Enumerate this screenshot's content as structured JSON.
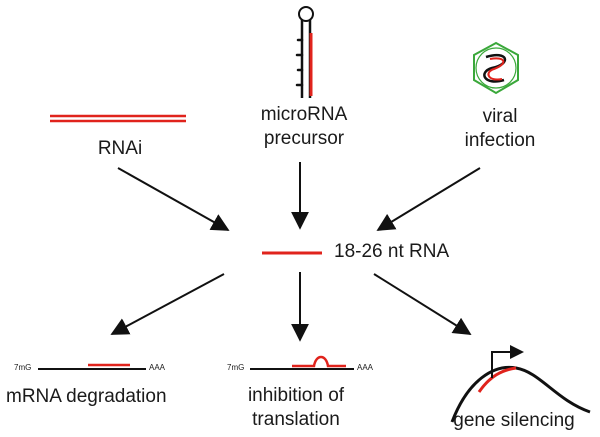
{
  "sources": {
    "rnai": "RNAi",
    "microrna_line1": "microRNA",
    "microrna_line2": "precursor",
    "viral_line1": "viral",
    "viral_line2": "infection"
  },
  "center": {
    "label": "18-26 nt RNA"
  },
  "outcomes": {
    "degradation": "mRNA degradation",
    "inhibition_line1": "inhibition of",
    "inhibition_line2": "translation",
    "silencing": "gene silencing"
  },
  "mrna_marks": {
    "cap": "7mG",
    "tail": "AAA"
  },
  "colors": {
    "rna_red": "#e0231c",
    "arrow": "#111111",
    "capsid_green": "#3aa83a"
  }
}
